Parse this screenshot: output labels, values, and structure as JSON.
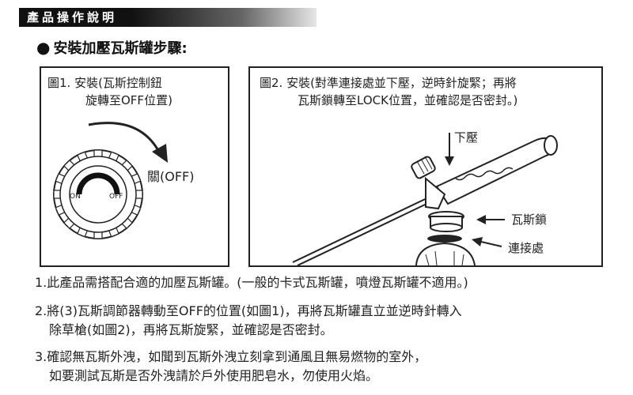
{
  "header": {
    "title": "產品操作說明"
  },
  "section": {
    "bullet": "●",
    "title": "安裝加壓瓦斯罐步驟:"
  },
  "figure1": {
    "caption_line1": "圖1. 安裝(瓦斯控制鈕",
    "caption_line2": "旋轉至OFF位置)",
    "knob_on": "ON",
    "knob_off": "OFF",
    "close_label": "關(OFF)"
  },
  "figure2": {
    "caption_line1": "圖2. 安裝(對準連接處並下壓，逆時針旋緊；再將",
    "caption_line2": "瓦斯鎖轉至LOCK位置，並確認是否密封。)",
    "press_label": "下壓",
    "lock_label": "瓦斯鎖",
    "joint_label": "連接處"
  },
  "instructions": [
    {
      "line1": "1.此產品需搭配合適的加壓瓦斯罐。(一般的卡式瓦斯罐，噴燈瓦斯罐不適用。)"
    },
    {
      "line1": "2.將(3)瓦斯調節器轉動至OFF的位置(如圖1)，再將瓦斯罐直立並逆時針轉入",
      "line2": "除草槍(如圖2)，再將瓦斯旋緊，並確認是否密封。"
    },
    {
      "line1": "3.確認無瓦斯外洩，如聞到瓦斯外洩立刻拿到通風且無易燃物的室外，",
      "line2": "如要測試瓦斯是否外洩請於戶外使用肥皂水，勿使用火焰。"
    }
  ]
}
